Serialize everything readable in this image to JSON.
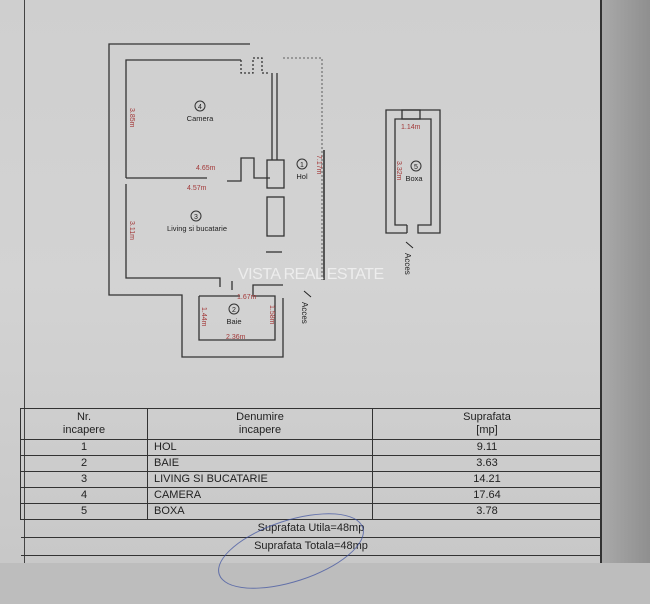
{
  "watermark": "VISTA REAL ESTATE",
  "plan": {
    "rooms": [
      {
        "number": "1",
        "name": "Hol"
      },
      {
        "number": "2",
        "name": "Baie"
      },
      {
        "number": "3",
        "name": "Living si bucatarie"
      },
      {
        "number": "4",
        "name": "Camera"
      },
      {
        "number": "5",
        "name": "Boxa"
      }
    ],
    "dimensions": {
      "camera_height": "3.85m",
      "camera_width": "4.65m",
      "living_width": "4.57m",
      "living_height": "3.11m",
      "hol_length": "7.17m",
      "baie_top": "1.67m",
      "baie_left": "1.44m",
      "baie_right": "1.58m",
      "baie_bottom": "2.36m",
      "boxa_width": "1.14m",
      "boxa_length": "3.32m"
    },
    "access_label": "Acces",
    "dimension_color": "#a33a3a"
  },
  "table": {
    "headers": {
      "nr": [
        "Nr.",
        "incapere"
      ],
      "name": [
        "Denumire",
        "incapere"
      ],
      "area": [
        "Suprafata",
        "[mp]"
      ]
    },
    "rows": [
      {
        "nr": "1",
        "name": "HOL",
        "area": "9.11"
      },
      {
        "nr": "2",
        "name": "BAIE",
        "area": "3.63"
      },
      {
        "nr": "3",
        "name": "LIVING SI BUCATARIE",
        "area": "14.21"
      },
      {
        "nr": "4",
        "name": "CAMERA",
        "area": "17.64"
      },
      {
        "nr": "5",
        "name": "BOXA",
        "area": "3.78"
      }
    ],
    "useful_area": "Suprafata Utila=48mp",
    "total_area": "Suprafata Totala=48mp"
  }
}
